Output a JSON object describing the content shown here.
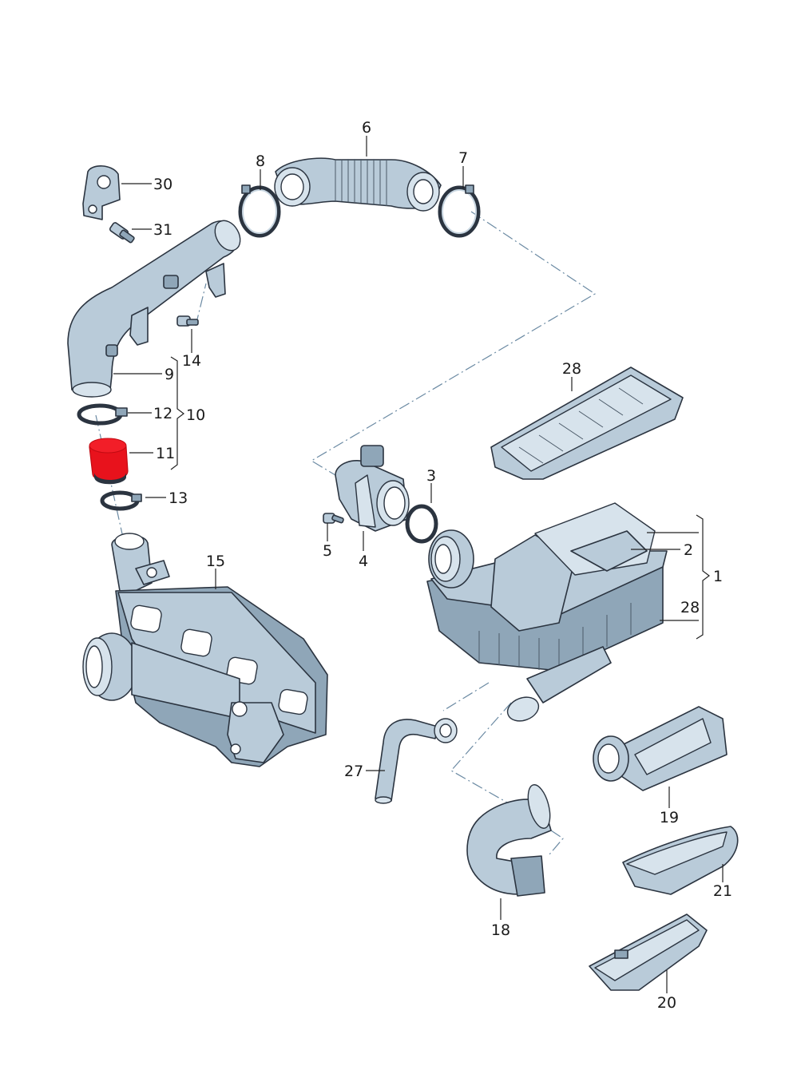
{
  "diagram": {
    "highlight_color": "#e8121c",
    "part_color": "#b9cbd9",
    "outline_color": "#2b3440",
    "highlighted_part": "11",
    "callouts": {
      "c1": "1",
      "c2": "2",
      "c3": "3",
      "c4": "4",
      "c5": "5",
      "c6": "6",
      "c7": "7",
      "c8": "8",
      "c9": "9",
      "c10": "10",
      "c11": "11",
      "c12": "12",
      "c13": "13",
      "c14": "14",
      "c15": "15",
      "c18": "18",
      "c19": "19",
      "c20": "20",
      "c21": "21",
      "c27": "27",
      "c28a": "28",
      "c28b": "28",
      "c30": "30",
      "c31": "31"
    }
  }
}
